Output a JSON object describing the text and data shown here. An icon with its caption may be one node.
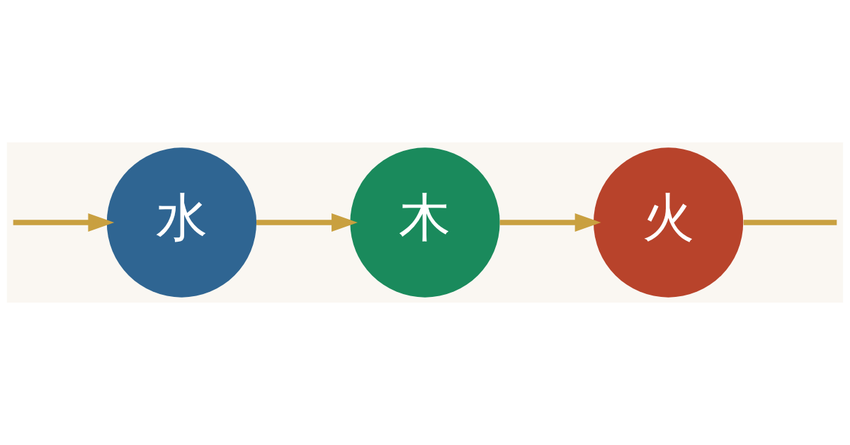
{
  "diagram": {
    "nodes": [
      {
        "text": [
          "水"
        ]
      },
      {
        "text": [
          "木"
        ]
      },
      {
        "text": [
          "火"
        ]
      }
    ],
    "edges": [
      {
        "from": null,
        "to": 0,
        "arrow": "to"
      },
      {
        "from": 0,
        "to": 1,
        "arrow": "to"
      },
      {
        "from": 1,
        "to": 2,
        "arrow": "to"
      },
      {
        "from": 2,
        "to": null,
        "arrow": "none"
      }
    ]
  }
}
